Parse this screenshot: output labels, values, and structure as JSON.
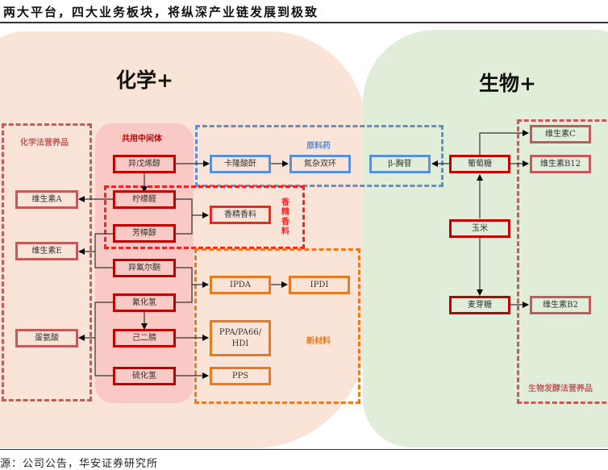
{
  "title": "两大平台，四大业务板块，将纵深产业链发展到极致",
  "source": "源：公司公告，华安证券研究所",
  "colors": {
    "chem_panel": "#fae3d7",
    "bio_panel": "#e0edd8",
    "shared_zone": "#f9c9c5",
    "dark_red": "#c00000",
    "red": "#ff1f1f",
    "rose": "#c55a5a",
    "blue": "#5b8fd6",
    "orange": "#e97a1f"
  },
  "platforms": {
    "chemistry": "化学+",
    "biology": "生物+"
  },
  "groups": {
    "chem_nutrition": "化学法营养品",
    "shared_intermediates": "共用中间体",
    "api": "原料药",
    "flavor_fragrance": "香精香料",
    "new_materials": "新材料",
    "bio_nutrition": "生物发酵法营养品"
  },
  "nodes": {
    "isopentenol": "异戊烯醇",
    "citral": "柠檬醛",
    "aromatic_alcohol": "芳樟醇",
    "isophorone": "异氟尔酮",
    "hcn": "氰化氢",
    "adiponitrile": "己二腈",
    "h2s": "硫化氢",
    "vitamin_a": "维生素A",
    "vitamin_e": "维生素E",
    "methionine": "蛋氨酸",
    "caronic_anhydride": "卡隆酸酐",
    "azabicycle": "氮杂双环",
    "beta_nucleoside": "β-胸苷",
    "flavor_node": "香精香料",
    "ipda": "IPDA",
    "ipdi": "IPDI",
    "ppa": "PPA/PA66/\nHDI",
    "pps": "PPS",
    "glucose": "葡萄糖",
    "corn": "玉米",
    "maltose": "麦芽糖",
    "vitamin_c": "维生素C",
    "vitamin_b12": "维生素B12",
    "vitamin_b2": "维生素B2"
  }
}
